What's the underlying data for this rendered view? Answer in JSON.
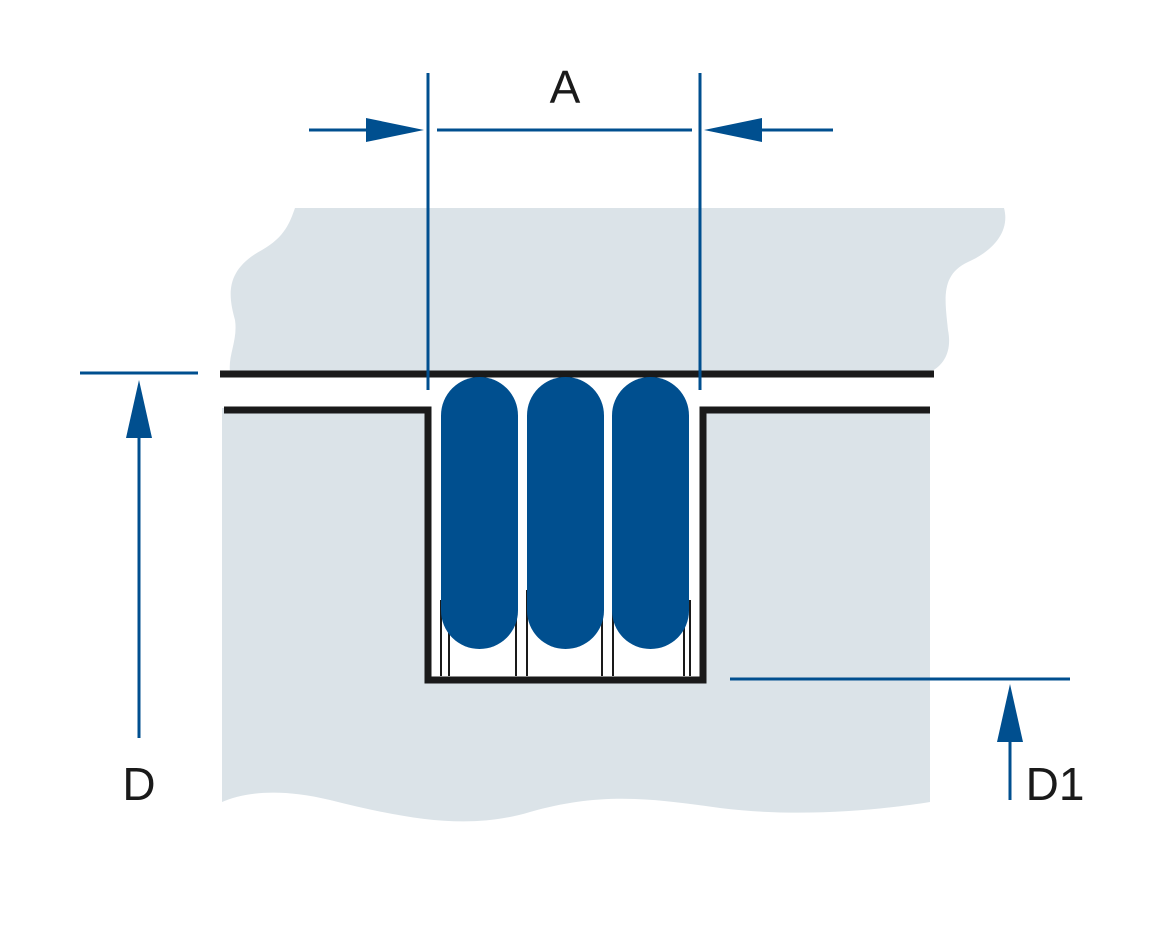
{
  "diagram": {
    "labels": {
      "width_label": "A",
      "depth_label": "D",
      "depth1_label": "D1"
    },
    "colors": {
      "background_material": "#dbe3e8",
      "accent_blue": "#004f8f",
      "outline": "#1a1a1a",
      "page": "#ffffff"
    },
    "elements": {
      "seal_rings_count": 3
    }
  }
}
